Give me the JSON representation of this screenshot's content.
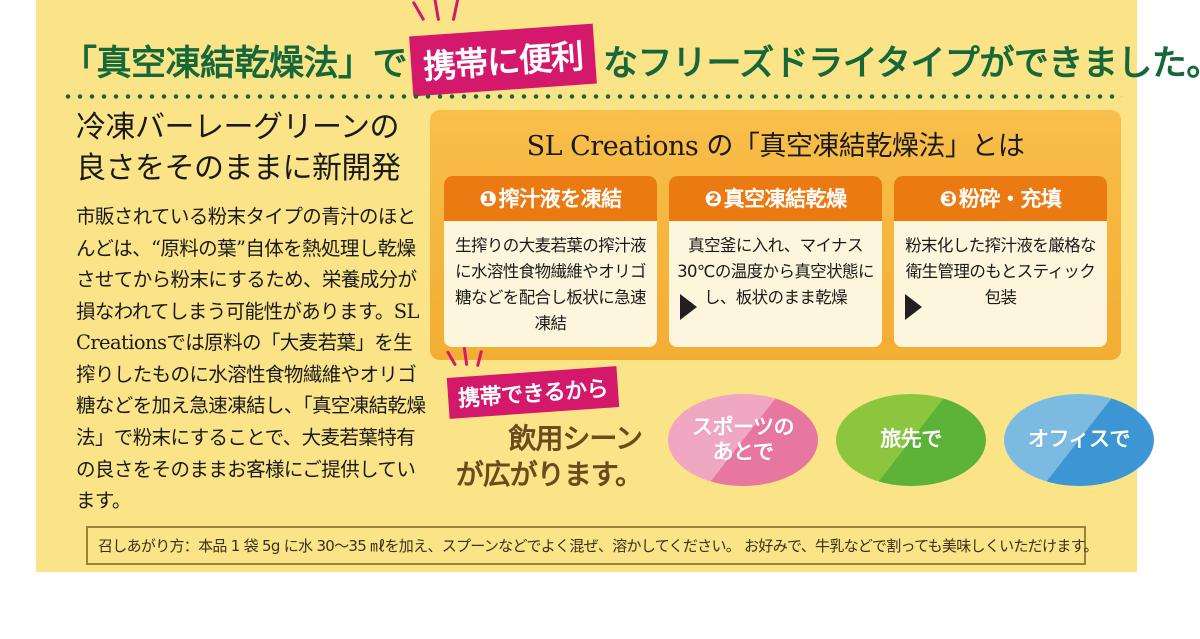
{
  "colors": {
    "panel_bg": "#fbe488",
    "green": "#16683a",
    "pink": "#d4186c",
    "orange_panel": "#f6b840",
    "orange_head": "#ec7a13",
    "card_bg": "#fdf6dc",
    "brown_text": "#6b4a1e",
    "bubble_pink": "#e8779f",
    "bubble_green": "#5cb335",
    "bubble_blue": "#3d96d4"
  },
  "header": {
    "lead": "「真空凍結乾燥法」で",
    "badge": "携帯に便利",
    "trail": "なフリーズドライタイプができました。"
  },
  "left": {
    "heading_line1": "冷凍バーレーグリーンの",
    "heading_line2": "良さをそのままに新開発",
    "body": "市販されている粉末タイプの青汁のほとんどは、“原料の葉”自体を熱処理し乾燥させてから粉末にするため、栄養成分が損なわれてしまう可能性があります。SL Creationsでは原料の「大麦若葉」を生搾りしたものに水溶性食物繊維やオリゴ糖などを加え急速凍結し、「真空凍結乾燥法」で粉末にすることで、大麦若葉特有の良さをそのままお客様にご提供しています。"
  },
  "process": {
    "title": "SL Creations の「真空凍結乾燥法」とは",
    "steps": [
      {
        "num": "❶",
        "head": "搾汁液を凍結",
        "body": "生搾りの大麦若葉の搾汁液に水溶性食物繊維やオリゴ糖などを配合し板状に急速凍結"
      },
      {
        "num": "❷",
        "head": "真空凍結乾燥",
        "body": "真空釜に入れ、マイナス30℃の温度から真空状態にし、板状のまま乾燥"
      },
      {
        "num": "❸",
        "head": "粉砕・充填",
        "body": "粉末化した搾汁液を厳格な衛生管理のもとスティック包装"
      }
    ]
  },
  "scenes": {
    "badge": "携帯できるから",
    "sub_line1": "飲用シーン",
    "sub_line2": "が広がります。",
    "bubbles": [
      {
        "line1": "スポーツの",
        "line2": "あとで"
      },
      {
        "line1": "旅先で",
        "line2": ""
      },
      {
        "line1": "オフィスで",
        "line2": ""
      }
    ]
  },
  "footer": {
    "note": "召しあがり方：本品 1 袋 5g に水 30〜35 ㎖を加え、スプーンなどでよく混ぜ、溶かしてください。 お好みで、牛乳などで割っても美味しくいただけます。"
  }
}
